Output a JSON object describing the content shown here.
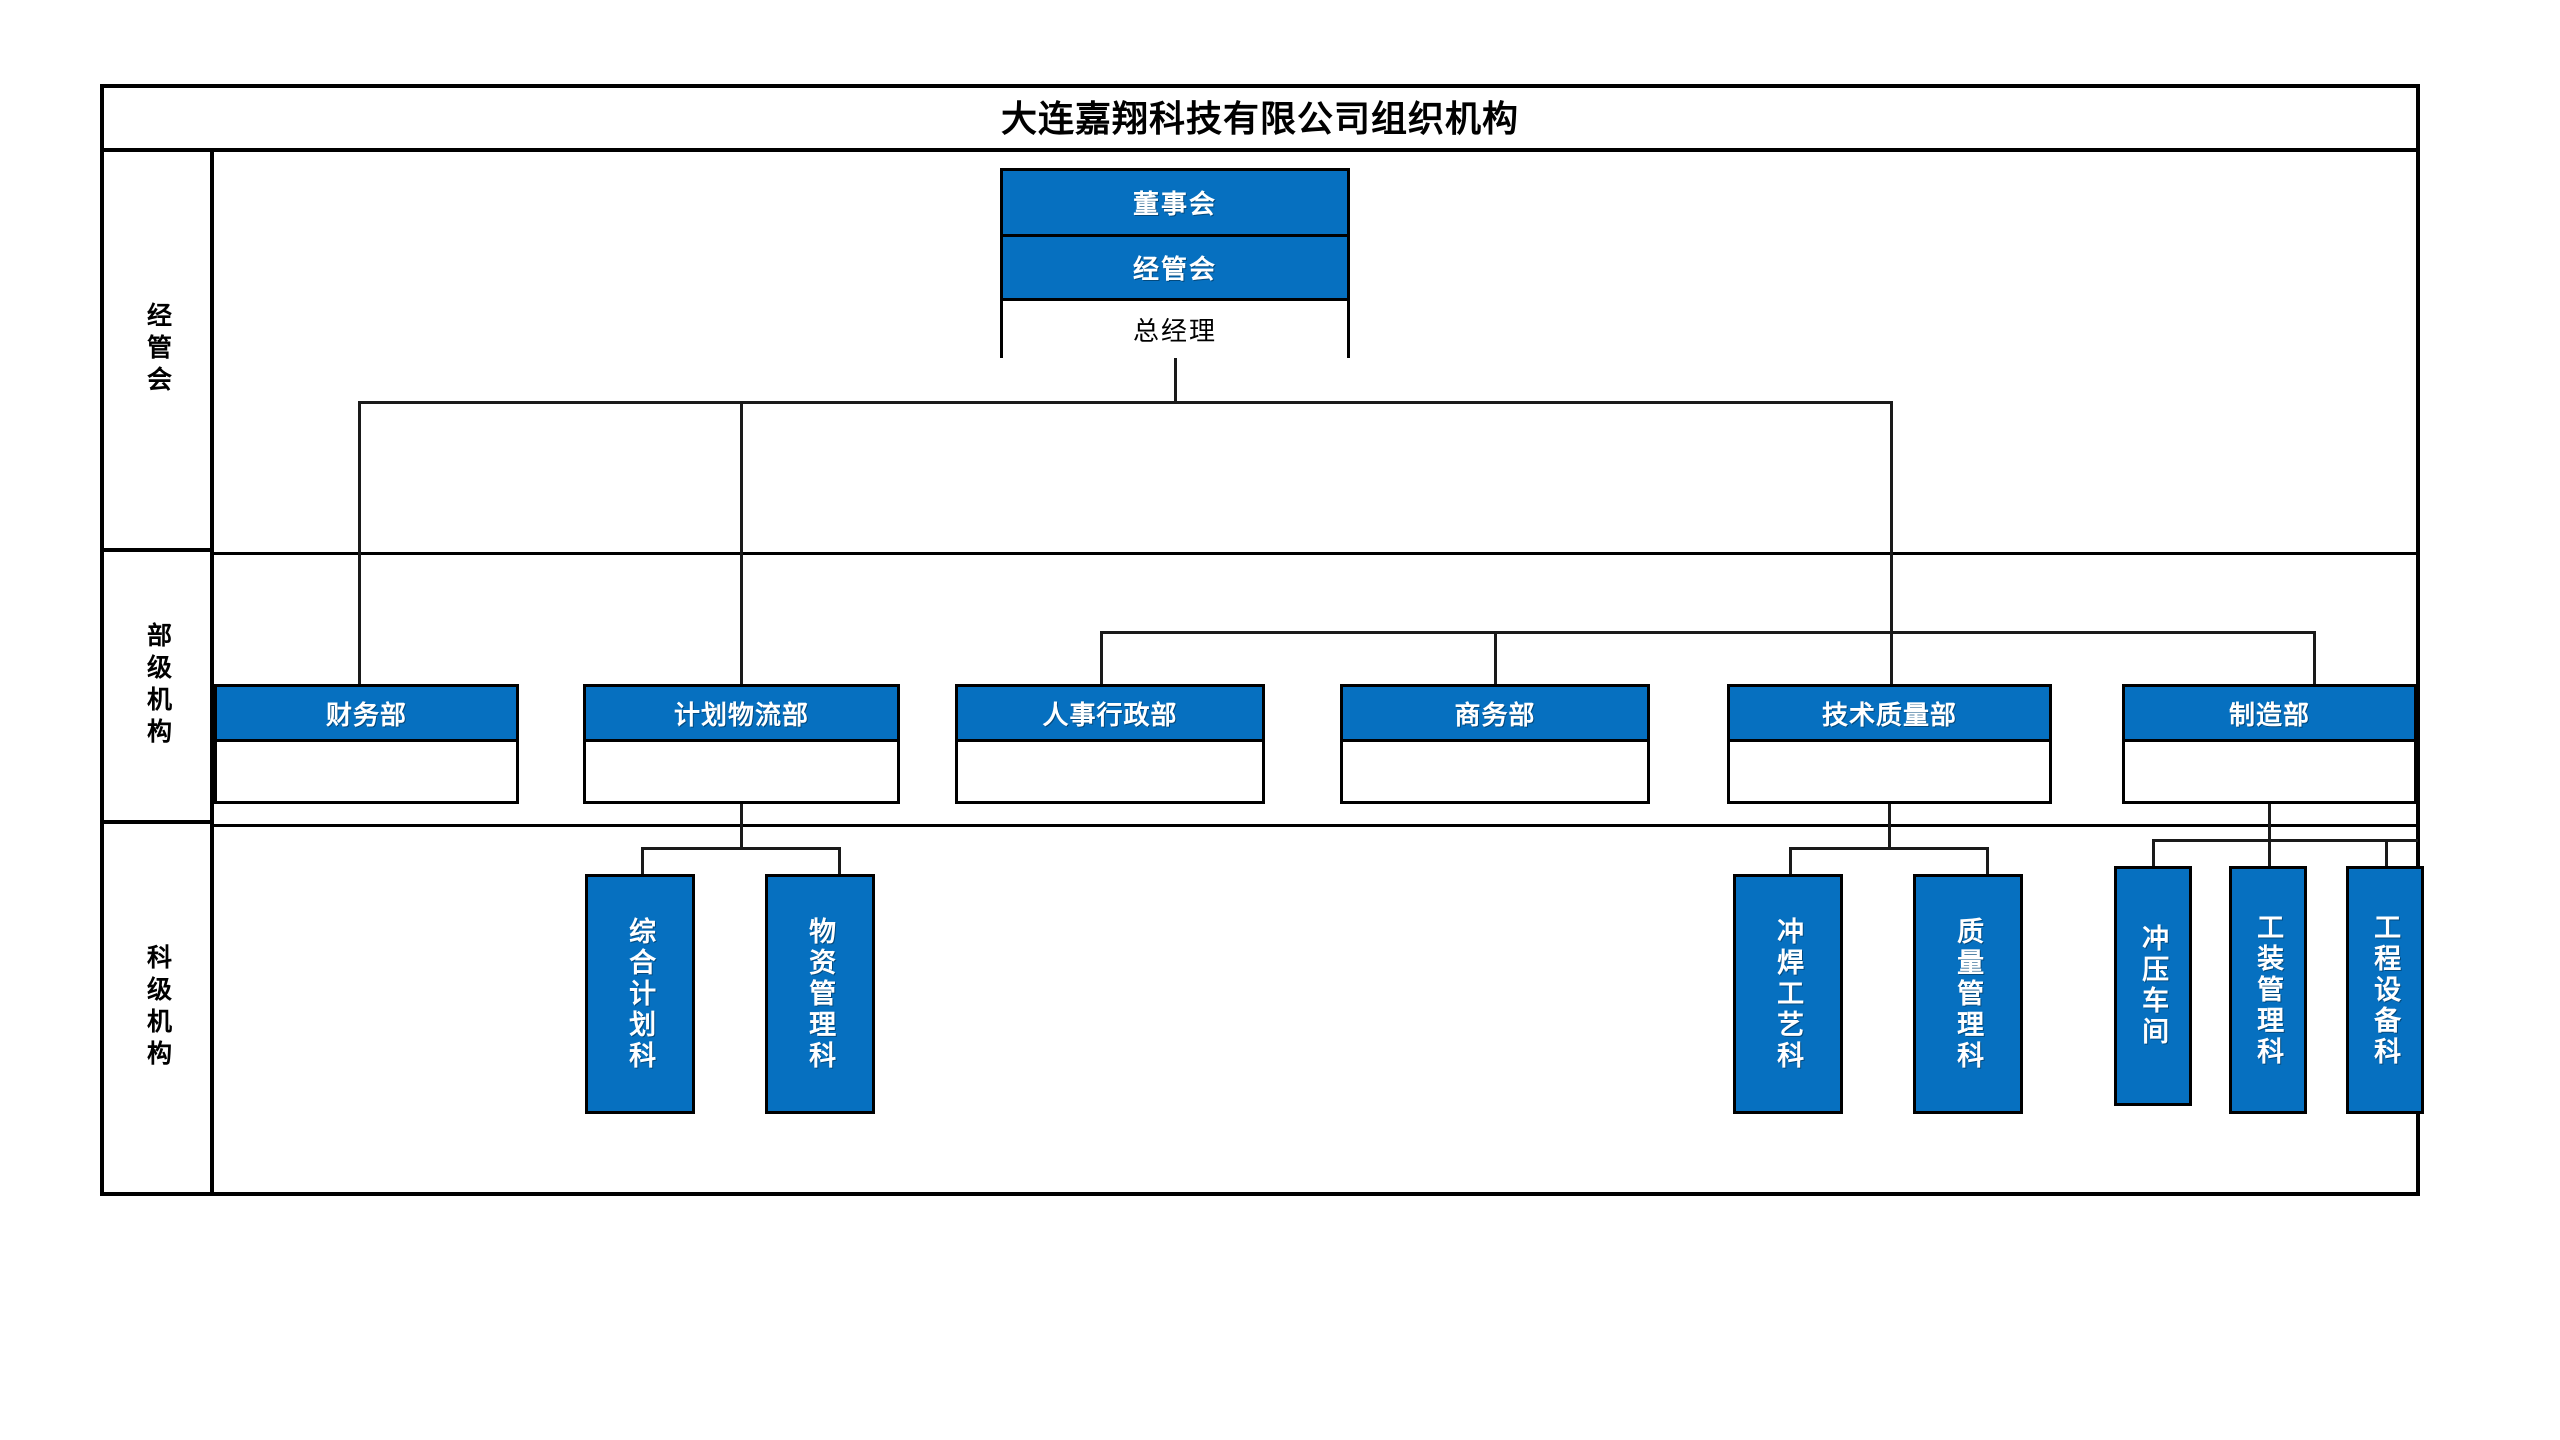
{
  "chart_data": {
    "type": "diagram",
    "title": "大连嘉翔科技有限公司组织机构",
    "levels": [
      "经管会",
      "部级机构",
      "科级机构"
    ],
    "nodes": [
      {
        "id": "board",
        "label": "董事会",
        "level": "经管会",
        "style": "blue"
      },
      {
        "id": "exec",
        "label": "经管会",
        "level": "经管会",
        "style": "blue"
      },
      {
        "id": "gm",
        "label": "总经理",
        "level": "经管会",
        "style": "white"
      },
      {
        "id": "finance",
        "label": "财务部",
        "level": "部级机构",
        "style": "blue"
      },
      {
        "id": "planning",
        "label": "计划物流部",
        "level": "部级机构",
        "style": "blue"
      },
      {
        "id": "hr",
        "label": "人事行政部",
        "level": "部级机构",
        "style": "blue"
      },
      {
        "id": "business",
        "label": "商务部",
        "level": "部级机构",
        "style": "blue"
      },
      {
        "id": "techquality",
        "label": "技术质量部",
        "level": "部级机构",
        "style": "blue"
      },
      {
        "id": "manufacturing",
        "label": "制造部",
        "level": "部级机构",
        "style": "blue"
      },
      {
        "id": "gen-plan",
        "label": "综合计划科",
        "level": "科级机构",
        "style": "blue",
        "parent": "planning"
      },
      {
        "id": "material",
        "label": "物资管理科",
        "level": "科级机构",
        "style": "blue",
        "parent": "planning"
      },
      {
        "id": "stamp-weld",
        "label": "冲焊工艺科",
        "level": "科级机构",
        "style": "blue",
        "parent": "techquality"
      },
      {
        "id": "quality",
        "label": "质量管理科",
        "level": "科级机构",
        "style": "blue",
        "parent": "techquality"
      },
      {
        "id": "press-shop",
        "label": "冲压车间",
        "level": "科级机构",
        "style": "blue",
        "parent": "manufacturing"
      },
      {
        "id": "tooling",
        "label": "工装管理科",
        "level": "科级机构",
        "style": "blue",
        "parent": "manufacturing"
      },
      {
        "id": "engineering",
        "label": "工程设备科",
        "level": "科级机构",
        "style": "blue",
        "parent": "manufacturing"
      }
    ],
    "edges": [
      {
        "from": "gm",
        "to": "finance"
      },
      {
        "from": "gm",
        "to": "planning"
      },
      {
        "from": "gm",
        "to": "hr"
      },
      {
        "from": "gm",
        "to": "business"
      },
      {
        "from": "gm",
        "to": "techquality"
      },
      {
        "from": "gm",
        "to": "manufacturing"
      },
      {
        "from": "planning",
        "to": "gen-plan"
      },
      {
        "from": "planning",
        "to": "material"
      },
      {
        "from": "techquality",
        "to": "stamp-weld"
      },
      {
        "from": "techquality",
        "to": "quality"
      },
      {
        "from": "manufacturing",
        "to": "press-shop"
      },
      {
        "from": "manufacturing",
        "to": "tooling"
      },
      {
        "from": "manufacturing",
        "to": "engineering"
      }
    ],
    "colors": {
      "accent": "#0670c0",
      "line": "#1a1a1a",
      "text_on_accent": "#ffffff",
      "background": "#ffffff"
    }
  },
  "title": "大连嘉翔科技有限公司组织机构",
  "bands": [
    {
      "label": "经管会"
    },
    {
      "label": "部级机构"
    },
    {
      "label": "科级机构"
    }
  ],
  "top": {
    "board": "董事会",
    "exec": "经管会",
    "gm": "总经理"
  },
  "departments": [
    {
      "label": "财务部"
    },
    {
      "label": "计划物流部"
    },
    {
      "label": "人事行政部"
    },
    {
      "label": "商务部"
    },
    {
      "label": "技术质量部"
    },
    {
      "label": "制造部"
    }
  ],
  "sections": [
    {
      "label": "综合计划科"
    },
    {
      "label": "物资管理科"
    },
    {
      "label": "冲焊工艺科"
    },
    {
      "label": "质量管理科"
    },
    {
      "label": "冲压车间"
    },
    {
      "label": "工装管理科"
    },
    {
      "label": "工程设备科"
    }
  ]
}
